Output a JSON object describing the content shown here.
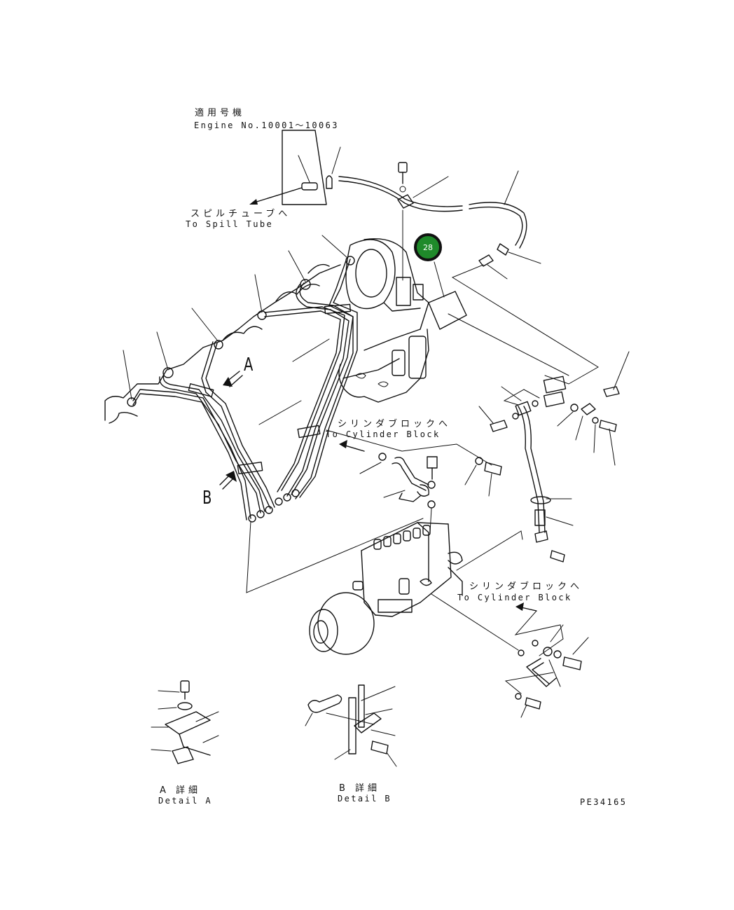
{
  "header": {
    "applicable_jp": "適用号機",
    "engine_range": "Engine No.10001～10063"
  },
  "spill_tube": {
    "jp": "スピルチューブへ",
    "en": "To Spill Tube"
  },
  "cyl_block_upper": {
    "jp": "シリンダブロックへ",
    "en": "To Cylinder Block"
  },
  "cyl_block_lower": {
    "jp": "シリンダブロックへ",
    "en": "To Cylinder Block"
  },
  "view_markers": {
    "a": "A",
    "b": "B"
  },
  "callout": {
    "number": "28",
    "color": "#1f8a2a"
  },
  "detail_a": {
    "jp": "A 詳細",
    "en": "Detail A"
  },
  "detail_b": {
    "jp": "B 詳細",
    "en": "Detail B"
  },
  "drawing_code": "PE34165"
}
